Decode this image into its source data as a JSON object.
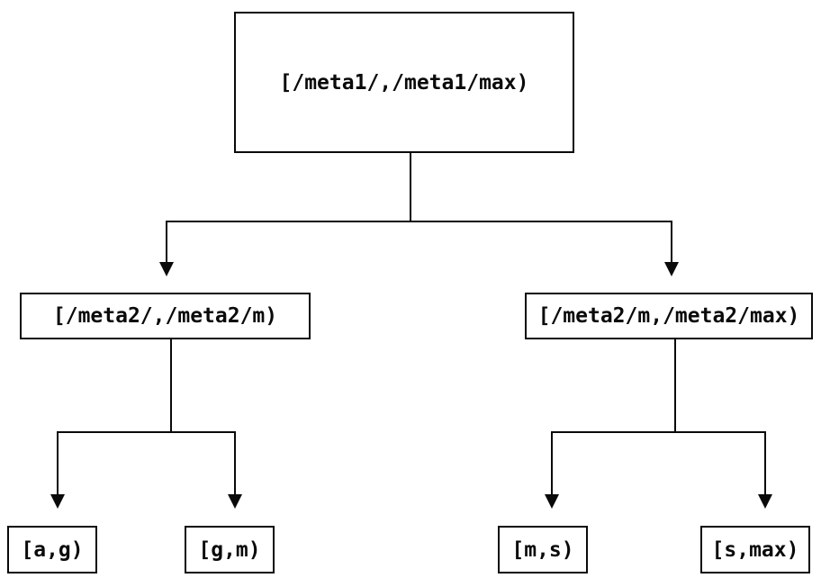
{
  "tree": {
    "root": {
      "label": "[/meta1/,/meta1/max)"
    },
    "children": {
      "left": {
        "label": "[/meta2/,/meta2/m)"
      },
      "right": {
        "label": "[/meta2/m,/meta2/max)"
      }
    },
    "leaves": [
      {
        "label": "[a,g)"
      },
      {
        "label": "[g,m)"
      },
      {
        "label": "[m,s)"
      },
      {
        "label": "[s,max)"
      }
    ]
  },
  "colors": {
    "line": "#0a0a0a",
    "text": "#0a0a0a",
    "background": "#ffffff"
  }
}
